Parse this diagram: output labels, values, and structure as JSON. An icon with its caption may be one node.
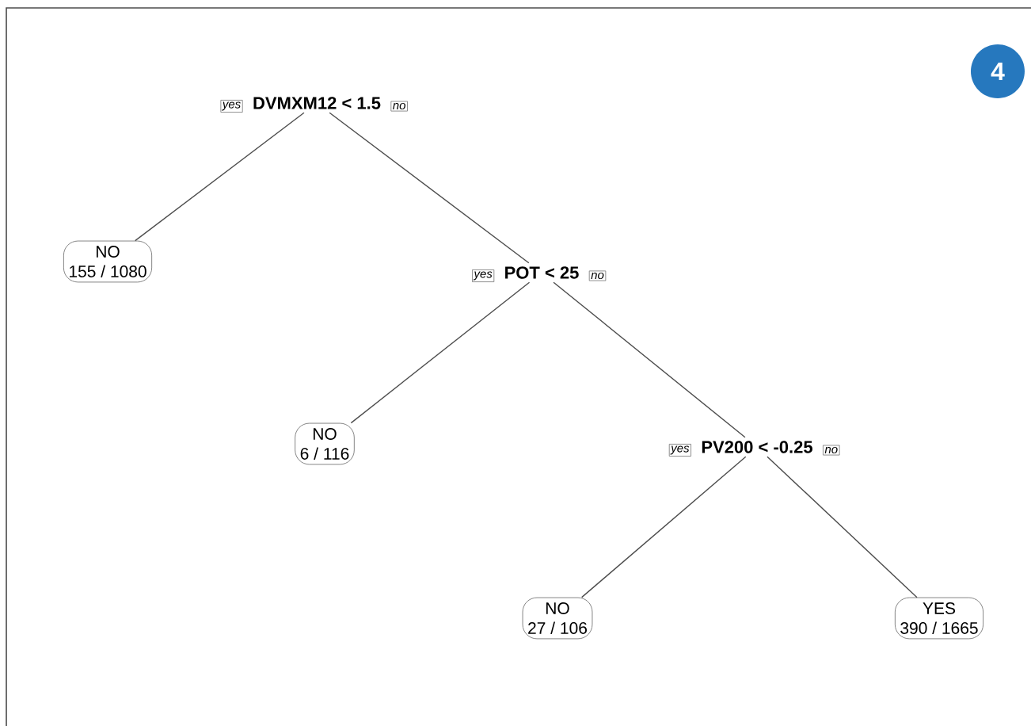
{
  "diagram": {
    "nodes": [
      {
        "text": [
          "DVMXM12 < 1.5"
        ],
        "beside": [
          "yes",
          "no"
        ]
      },
      {
        "text": [
          "NO",
          "155 / 1080"
        ]
      },
      {
        "text": [
          "POT < 25"
        ],
        "beside": [
          "yes",
          "no"
        ]
      },
      {
        "text": [
          "NO",
          "6 / 116"
        ]
      },
      {
        "text": [
          "PV200 < -0.25"
        ],
        "beside": [
          "yes",
          "no"
        ]
      },
      {
        "text": [
          "NO",
          "27 / 106"
        ]
      },
      {
        "text": [
          "YES",
          "390 / 1665"
        ]
      }
    ],
    "edges": [
      {
        "from": 0,
        "to": 1,
        "arrow": "none"
      },
      {
        "from": 0,
        "to": 2,
        "arrow": "none"
      },
      {
        "from": 2,
        "to": 3,
        "arrow": "none"
      },
      {
        "from": 2,
        "to": 4,
        "arrow": "none"
      },
      {
        "from": 4,
        "to": 5,
        "arrow": "none"
      },
      {
        "from": 4,
        "to": 6,
        "arrow": "none"
      }
    ],
    "labels": [
      "4"
    ]
  }
}
